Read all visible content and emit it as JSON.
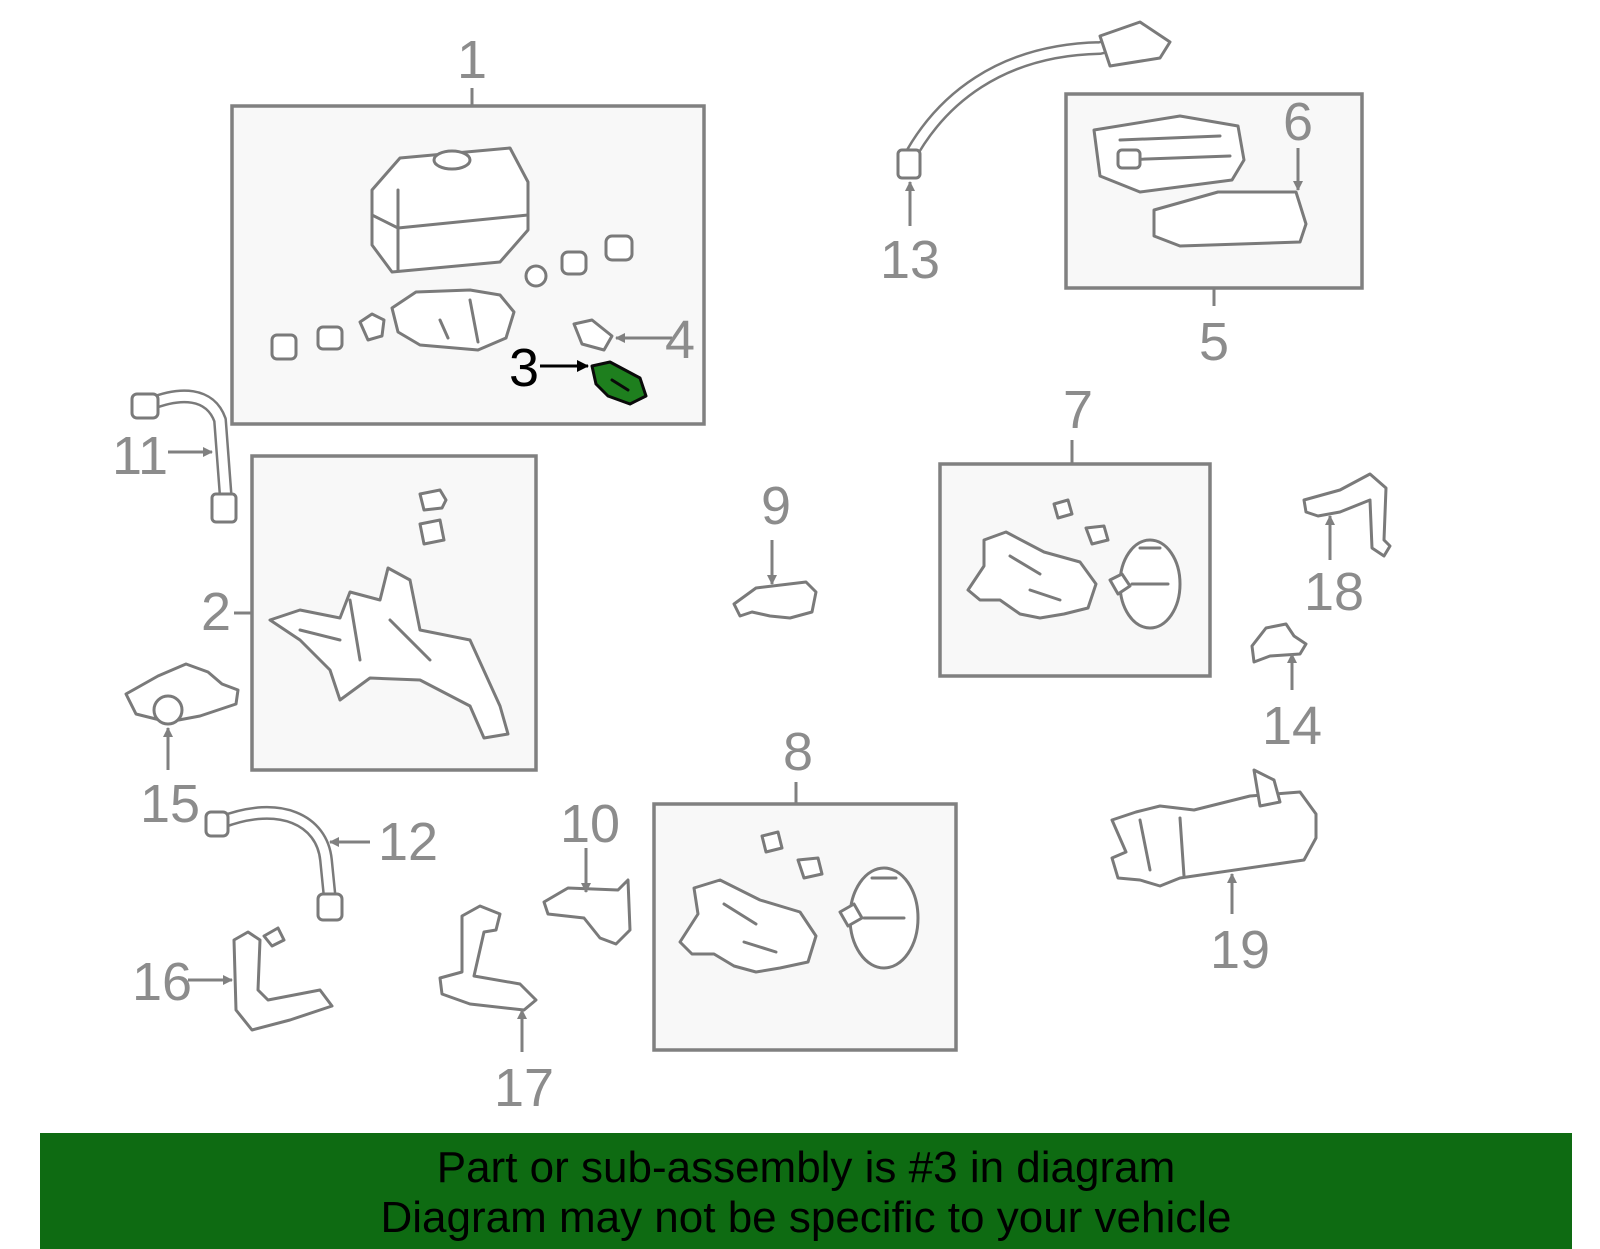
{
  "diagram": {
    "highlight_color": "#1e7f1e",
    "callouts": [
      "1",
      "2",
      "3",
      "4",
      "5",
      "6",
      "7",
      "8",
      "9",
      "10",
      "11",
      "12",
      "13",
      "14",
      "15",
      "16",
      "17",
      "18",
      "19"
    ],
    "highlighted_callout": "3"
  },
  "footer": {
    "background_color": "#0e6b12",
    "line1": "Part or sub-assembly is #3 in diagram",
    "line2": "Diagram may not be specific to your vehicle"
  }
}
